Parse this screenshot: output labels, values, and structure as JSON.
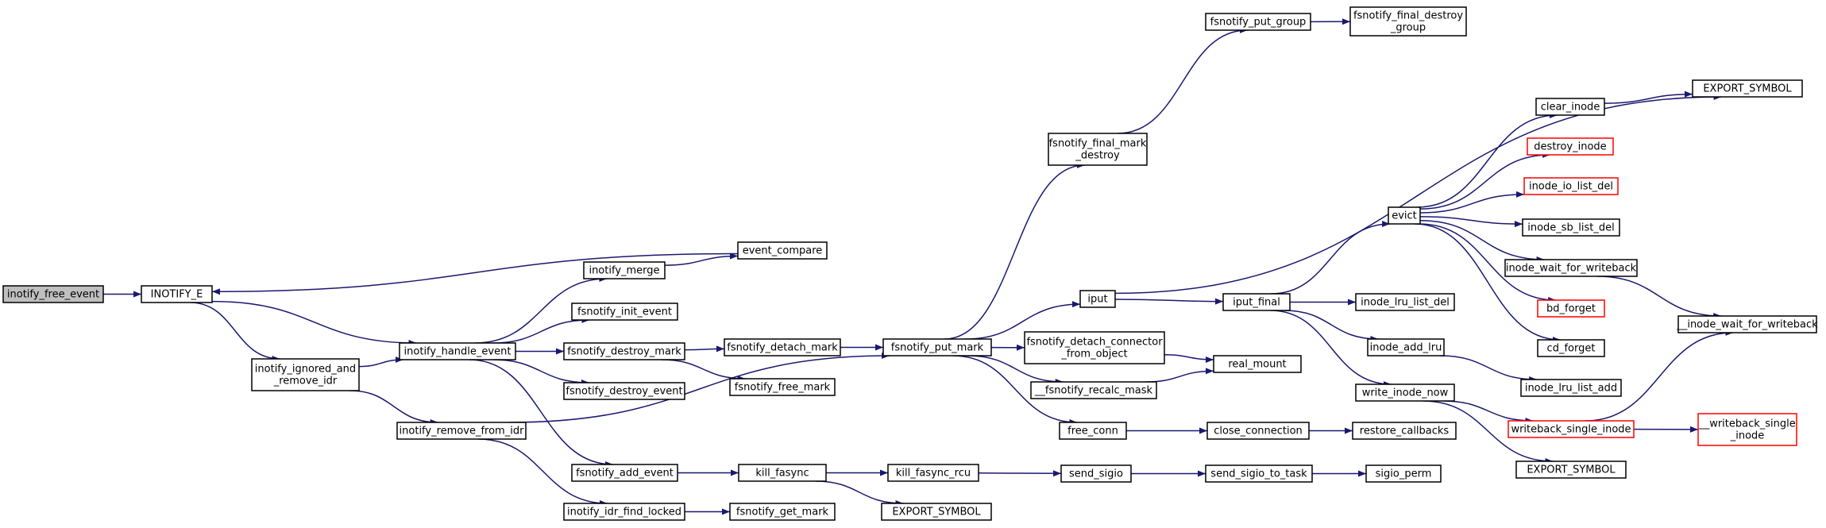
{
  "colors": {
    "edge": "#191970",
    "border_normal": "#000000",
    "border_truncated": "#ff0000",
    "fill_root": "#bfbfbf",
    "fill_normal": "#ffffff"
  },
  "nodes": [
    {
      "id": "inotify_free_event",
      "lines": [
        "inotify_free_event"
      ],
      "style": "root"
    },
    {
      "id": "INOTIFY_E",
      "lines": [
        "INOTIFY_E"
      ],
      "style": "normal"
    },
    {
      "id": "inotify_ignored_and_remove_idr",
      "lines": [
        "inotify_ignored_and",
        "_remove_idr"
      ],
      "style": "normal"
    },
    {
      "id": "inotify_handle_event",
      "lines": [
        "inotify_handle_event"
      ],
      "style": "normal"
    },
    {
      "id": "inotify_remove_from_idr",
      "lines": [
        "inotify_remove_from_idr"
      ],
      "style": "normal"
    },
    {
      "id": "event_compare",
      "lines": [
        "event_compare"
      ],
      "style": "normal"
    },
    {
      "id": "inotify_merge",
      "lines": [
        "inotify_merge"
      ],
      "style": "normal"
    },
    {
      "id": "fsnotify_init_event",
      "lines": [
        "fsnotify_init_event"
      ],
      "style": "normal"
    },
    {
      "id": "fsnotify_destroy_mark",
      "lines": [
        "fsnotify_destroy_mark"
      ],
      "style": "normal"
    },
    {
      "id": "fsnotify_destroy_event",
      "lines": [
        "fsnotify_destroy_event"
      ],
      "style": "normal"
    },
    {
      "id": "fsnotify_add_event",
      "lines": [
        "fsnotify_add_event"
      ],
      "style": "normal"
    },
    {
      "id": "inotify_idr_find_locked",
      "lines": [
        "inotify_idr_find_locked"
      ],
      "style": "normal"
    },
    {
      "id": "fsnotify_detach_mark",
      "lines": [
        "fsnotify_detach_mark"
      ],
      "style": "normal"
    },
    {
      "id": "fsnotify_free_mark",
      "lines": [
        "fsnotify_free_mark"
      ],
      "style": "normal"
    },
    {
      "id": "kill_fasync",
      "lines": [
        "kill_fasync"
      ],
      "style": "normal"
    },
    {
      "id": "fsnotify_get_mark",
      "lines": [
        "fsnotify_get_mark"
      ],
      "style": "normal"
    },
    {
      "id": "fsnotify_put_mark",
      "lines": [
        "fsnotify_put_mark"
      ],
      "style": "normal"
    },
    {
      "id": "kill_fasync_rcu",
      "lines": [
        "kill_fasync_rcu"
      ],
      "style": "normal"
    },
    {
      "id": "EXPORT_SYMBOL_1",
      "lines": [
        "EXPORT_SYMBOL"
      ],
      "style": "normal"
    },
    {
      "id": "fsnotify_final_mark_destroy",
      "lines": [
        "fsnotify_final_mark",
        "_destroy"
      ],
      "style": "normal"
    },
    {
      "id": "iput",
      "lines": [
        "iput"
      ],
      "style": "normal"
    },
    {
      "id": "fsnotify_detach_connector_from_object",
      "lines": [
        "fsnotify_detach_connector",
        "_from_object"
      ],
      "style": "normal"
    },
    {
      "id": "__fsnotify_recalc_mask",
      "lines": [
        "__fsnotify_recalc_mask"
      ],
      "style": "normal"
    },
    {
      "id": "free_conn",
      "lines": [
        "free_conn"
      ],
      "style": "normal"
    },
    {
      "id": "send_sigio",
      "lines": [
        "send_sigio"
      ],
      "style": "normal"
    },
    {
      "id": "fsnotify_put_group",
      "lines": [
        "fsnotify_put_group"
      ],
      "style": "normal"
    },
    {
      "id": "iput_final",
      "lines": [
        "iput_final"
      ],
      "style": "normal"
    },
    {
      "id": "real_mount",
      "lines": [
        "real_mount"
      ],
      "style": "normal"
    },
    {
      "id": "close_connection",
      "lines": [
        "close_connection"
      ],
      "style": "normal"
    },
    {
      "id": "send_sigio_to_task",
      "lines": [
        "send_sigio_to_task"
      ],
      "style": "normal"
    },
    {
      "id": "fsnotify_final_destroy_group",
      "lines": [
        "fsnotify_final_destroy",
        "_group"
      ],
      "style": "normal"
    },
    {
      "id": "evict",
      "lines": [
        "evict"
      ],
      "style": "normal"
    },
    {
      "id": "inode_lru_list_del",
      "lines": [
        "inode_lru_list_del"
      ],
      "style": "normal"
    },
    {
      "id": "inode_add_lru",
      "lines": [
        "inode_add_lru"
      ],
      "style": "normal"
    },
    {
      "id": "write_inode_now",
      "lines": [
        "write_inode_now"
      ],
      "style": "normal"
    },
    {
      "id": "restore_callbacks",
      "lines": [
        "restore_callbacks"
      ],
      "style": "normal"
    },
    {
      "id": "sigio_perm",
      "lines": [
        "sigio_perm"
      ],
      "style": "normal"
    },
    {
      "id": "clear_inode",
      "lines": [
        "clear_inode"
      ],
      "style": "normal"
    },
    {
      "id": "destroy_inode",
      "lines": [
        "destroy_inode"
      ],
      "style": "truncated"
    },
    {
      "id": "inode_io_list_del",
      "lines": [
        "inode_io_list_del"
      ],
      "style": "truncated"
    },
    {
      "id": "inode_sb_list_del",
      "lines": [
        "inode_sb_list_del"
      ],
      "style": "normal"
    },
    {
      "id": "inode_wait_for_writeback",
      "lines": [
        "inode_wait_for_writeback"
      ],
      "style": "normal"
    },
    {
      "id": "bd_forget",
      "lines": [
        "bd_forget"
      ],
      "style": "truncated"
    },
    {
      "id": "cd_forget",
      "lines": [
        "cd_forget"
      ],
      "style": "normal"
    },
    {
      "id": "inode_lru_list_add",
      "lines": [
        "inode_lru_list_add"
      ],
      "style": "normal"
    },
    {
      "id": "writeback_single_inode",
      "lines": [
        "writeback_single_inode"
      ],
      "style": "truncated"
    },
    {
      "id": "EXPORT_SYMBOL_2",
      "lines": [
        "EXPORT_SYMBOL"
      ],
      "style": "normal"
    },
    {
      "id": "EXPORT_SYMBOL_3",
      "lines": [
        "EXPORT_SYMBOL"
      ],
      "style": "normal"
    },
    {
      "id": "__inode_wait_for_writeback",
      "lines": [
        "__inode_wait_for_writeback"
      ],
      "style": "normal"
    },
    {
      "id": "__writeback_single_inode",
      "lines": [
        "__writeback_single",
        "_inode"
      ],
      "style": "truncated"
    }
  ],
  "edges": [
    [
      "inotify_free_event",
      "INOTIFY_E"
    ],
    [
      "INOTIFY_E",
      "inotify_handle_event"
    ],
    [
      "INOTIFY_E",
      "inotify_ignored_and_remove_idr"
    ],
    [
      "event_compare",
      "INOTIFY_E"
    ],
    [
      "inotify_ignored_and_remove_idr",
      "inotify_handle_event"
    ],
    [
      "inotify_ignored_and_remove_idr",
      "inotify_remove_from_idr"
    ],
    [
      "inotify_handle_event",
      "inotify_merge"
    ],
    [
      "inotify_handle_event",
      "fsnotify_init_event"
    ],
    [
      "inotify_handle_event",
      "fsnotify_destroy_mark"
    ],
    [
      "inotify_handle_event",
      "fsnotify_destroy_event"
    ],
    [
      "inotify_handle_event",
      "fsnotify_add_event"
    ],
    [
      "inotify_merge",
      "event_compare"
    ],
    [
      "inotify_remove_from_idr",
      "fsnotify_put_mark"
    ],
    [
      "inotify_remove_from_idr",
      "inotify_idr_find_locked"
    ],
    [
      "fsnotify_destroy_mark",
      "fsnotify_detach_mark"
    ],
    [
      "fsnotify_destroy_mark",
      "fsnotify_free_mark"
    ],
    [
      "fsnotify_detach_mark",
      "fsnotify_put_mark"
    ],
    [
      "fsnotify_add_event",
      "kill_fasync"
    ],
    [
      "kill_fasync",
      "kill_fasync_rcu"
    ],
    [
      "kill_fasync",
      "EXPORT_SYMBOL_1"
    ],
    [
      "kill_fasync_rcu",
      "send_sigio"
    ],
    [
      "inotify_idr_find_locked",
      "fsnotify_get_mark"
    ],
    [
      "fsnotify_put_mark",
      "fsnotify_final_mark_destroy"
    ],
    [
      "fsnotify_put_mark",
      "iput"
    ],
    [
      "fsnotify_put_mark",
      "fsnotify_detach_connector_from_object"
    ],
    [
      "fsnotify_put_mark",
      "__fsnotify_recalc_mask"
    ],
    [
      "fsnotify_put_mark",
      "free_conn"
    ],
    [
      "fsnotify_final_mark_destroy",
      "fsnotify_put_group"
    ],
    [
      "fsnotify_put_group",
      "fsnotify_final_destroy_group"
    ],
    [
      "iput",
      "EXPORT_SYMBOL_3"
    ],
    [
      "iput",
      "iput_final"
    ],
    [
      "fsnotify_detach_connector_from_object",
      "real_mount"
    ],
    [
      "__fsnotify_recalc_mask",
      "real_mount"
    ],
    [
      "free_conn",
      "close_connection"
    ],
    [
      "close_connection",
      "restore_callbacks"
    ],
    [
      "send_sigio",
      "send_sigio_to_task"
    ],
    [
      "send_sigio_to_task",
      "sigio_perm"
    ],
    [
      "iput_final",
      "evict"
    ],
    [
      "iput_final",
      "inode_lru_list_del"
    ],
    [
      "iput_final",
      "inode_add_lru"
    ],
    [
      "iput_final",
      "write_inode_now"
    ],
    [
      "inode_add_lru",
      "inode_lru_list_add"
    ],
    [
      "write_inode_now",
      "writeback_single_inode"
    ],
    [
      "write_inode_now",
      "EXPORT_SYMBOL_2"
    ],
    [
      "evict",
      "clear_inode"
    ],
    [
      "evict",
      "destroy_inode"
    ],
    [
      "evict",
      "inode_io_list_del"
    ],
    [
      "evict",
      "inode_sb_list_del"
    ],
    [
      "evict",
      "inode_wait_for_writeback"
    ],
    [
      "evict",
      "bd_forget"
    ],
    [
      "evict",
      "cd_forget"
    ],
    [
      "clear_inode",
      "EXPORT_SYMBOL_3"
    ],
    [
      "inode_wait_for_writeback",
      "__inode_wait_for_writeback"
    ],
    [
      "writeback_single_inode",
      "__inode_wait_for_writeback"
    ],
    [
      "writeback_single_inode",
      "__writeback_single_inode"
    ]
  ]
}
